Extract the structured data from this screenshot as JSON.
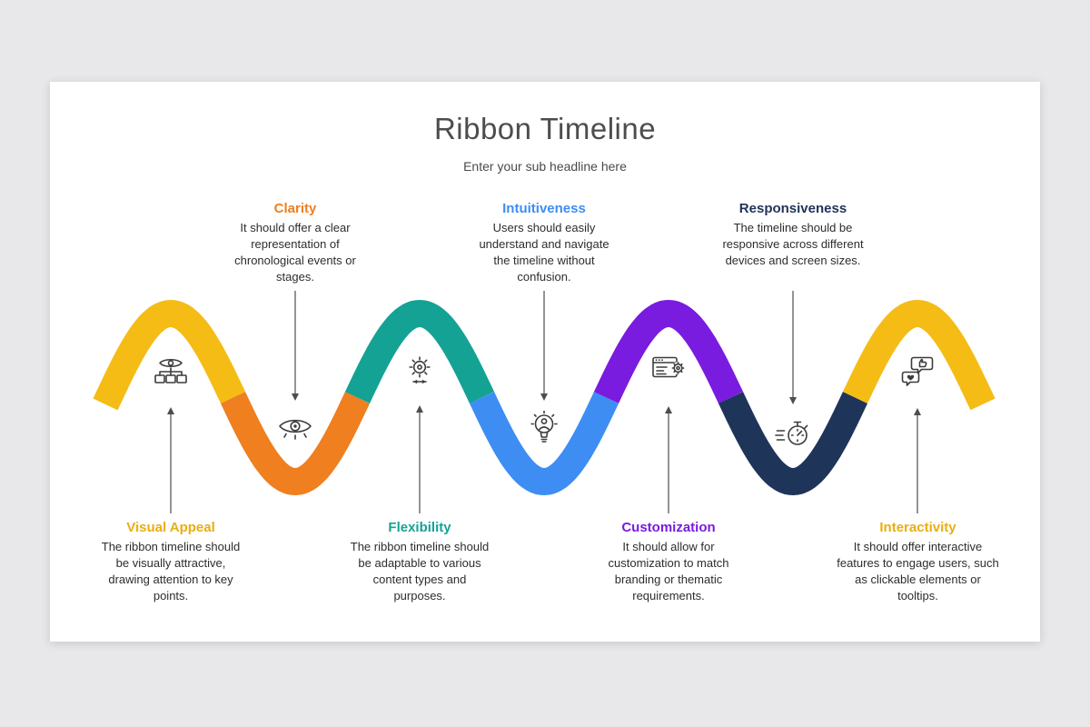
{
  "slide": {
    "title": "Ribbon Timeline",
    "subtitle": "Enter your sub headline here"
  },
  "items": [
    {
      "label": "Visual Appeal",
      "color": "#E9AE10",
      "ribbon_color": "#F4BC15",
      "position": "bottom",
      "icon": "eye-network-icon",
      "text": "The ribbon timeline should be visually attractive, drawing attention to key points."
    },
    {
      "label": "Clarity",
      "color": "#EF7F1F",
      "ribbon_color": "#EF7F1F",
      "position": "top",
      "icon": "eye-icon",
      "text": "It should offer a clear representation of chronological events or stages."
    },
    {
      "label": "Flexibility",
      "color": "#14A295",
      "ribbon_color": "#14A295",
      "position": "bottom",
      "icon": "cycle-gear-icon",
      "text": "The ribbon timeline should be adaptable to various content types and purposes."
    },
    {
      "label": "Intuitiveness",
      "color": "#3E8DF3",
      "ribbon_color": "#3E8DF3",
      "position": "top",
      "icon": "idea-person-icon",
      "text": "Users should easily understand and navigate the timeline without confusion."
    },
    {
      "label": "Customization",
      "color": "#7A1BE0",
      "ribbon_color": "#7A1BE0",
      "position": "bottom",
      "icon": "browser-gear-icon",
      "text": "It should allow for customization to match branding or thematic requirements."
    },
    {
      "label": "Responsiveness",
      "color": "#1F3459",
      "ribbon_color": "#1F3459",
      "position": "top",
      "icon": "stopwatch-icon",
      "text": "The timeline should be responsive across different devices and screen sizes."
    },
    {
      "label": "Interactivity",
      "color": "#E9AE10",
      "ribbon_color": "#F4BC15",
      "position": "bottom",
      "icon": "chat-reactions-icon",
      "text": "It should offer interactive features to engage users, such as clickable elements or tooltips."
    }
  ]
}
